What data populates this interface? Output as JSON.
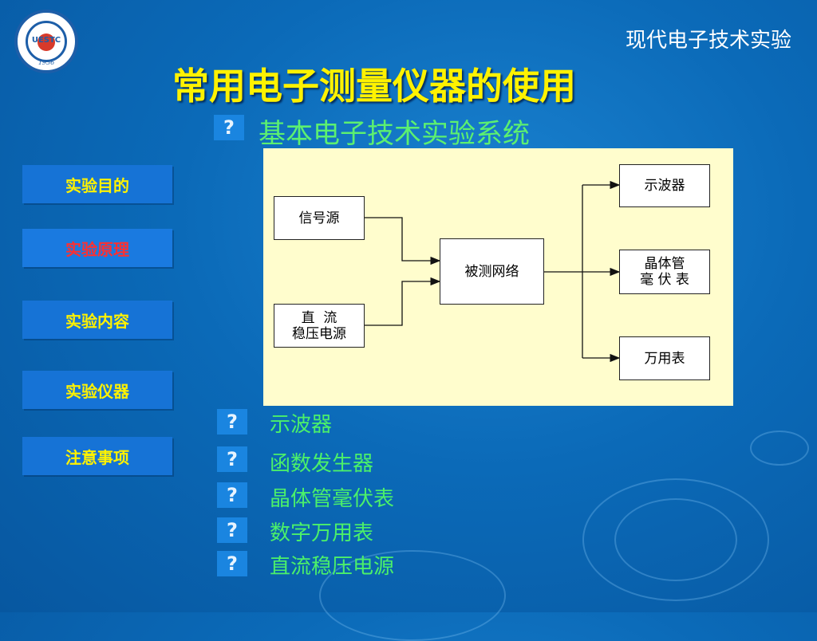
{
  "header": {
    "logo_text": "UESTC",
    "logo_year": "1956",
    "course_title": "现代电子技术实验",
    "page_title": "常用电子测量仪器的使用"
  },
  "subtitle": {
    "icon": "question-mark-icon",
    "text": "基本电子技术实验系统"
  },
  "sidebar": {
    "items": [
      {
        "label": "实验目的",
        "active": false
      },
      {
        "label": "实验原理",
        "active": true
      },
      {
        "label": "实验内容",
        "active": false
      },
      {
        "label": "实验仪器",
        "active": false
      },
      {
        "label": "注意事项",
        "active": false
      }
    ]
  },
  "diagram": {
    "signal_source": "信号源",
    "dc_source_line1": "直  流",
    "dc_source_line2": "稳压电源",
    "network": "被测网络",
    "oscilloscope": "示波器",
    "mv_meter_line1": "晶体管",
    "mv_meter_line2": "毫 伏 表",
    "multimeter": "万用表"
  },
  "instruments": {
    "icon": "question-mark-icon",
    "items": [
      "示波器",
      "函数发生器",
      "晶体管毫伏表",
      "数字万用表",
      "直流稳压电源"
    ]
  },
  "colors": {
    "background": "#0b6ab8",
    "title_yellow": "#fff200",
    "link_green": "#4bf06a",
    "active_red": "#ff3030",
    "diagram_bg": "#fffdcd"
  }
}
